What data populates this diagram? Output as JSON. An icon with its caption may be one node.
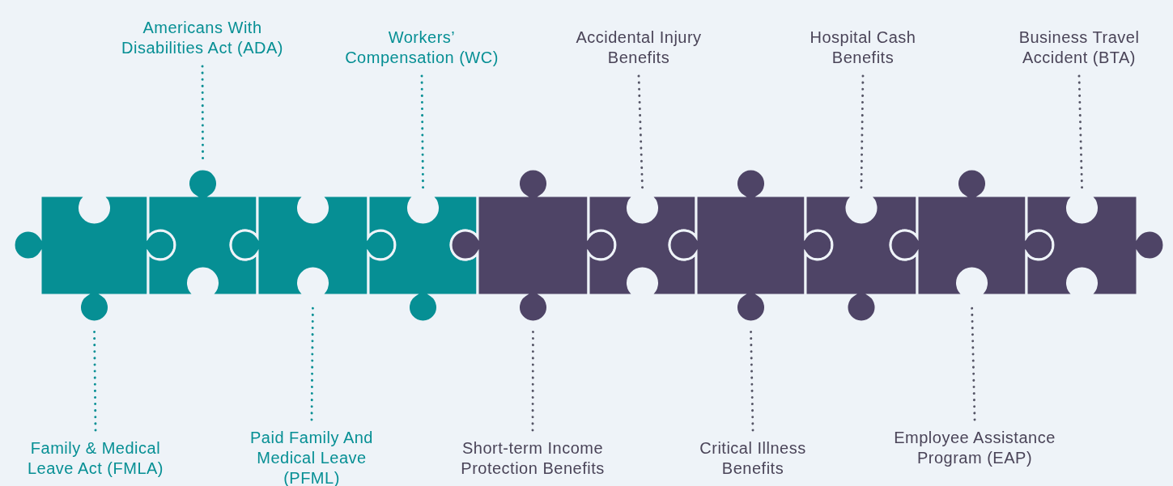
{
  "diagram": {
    "nodes": [
      {
        "text": [],
        "shape": "piece"
      },
      {
        "text": [],
        "shape": "piece"
      },
      {
        "text": [],
        "shape": "piece"
      },
      {
        "text": [],
        "shape": "piece"
      },
      {
        "text": [],
        "shape": "piece"
      },
      {
        "text": [],
        "shape": "piece"
      },
      {
        "text": [],
        "shape": "piece"
      },
      {
        "text": [],
        "shape": "piece"
      },
      {
        "text": [],
        "shape": "piece"
      },
      {
        "text": [],
        "shape": "piece"
      },
      {
        "text": [
          "Americans With Disabilities Act (ADA)"
        ]
      },
      {
        "text": [
          "Workers’ Compensation (WC)"
        ]
      },
      {
        "text": [
          "Accidental Injury Benefits"
        ]
      },
      {
        "text": [
          "Hospital Cash Benefits"
        ]
      },
      {
        "text": [
          "Business Travel Accident (BTA)"
        ]
      },
      {
        "text": [
          "Family & Medical Leave Act (FMLA)"
        ]
      },
      {
        "text": [
          "Paid Family And Medical Leave (PFML)"
        ]
      },
      {
        "text": [
          "Short-term Income Protection Benefits"
        ]
      },
      {
        "text": [
          "Critical Illness Benefits"
        ]
      },
      {
        "text": [
          "Employee Assistance Program (EAP)"
        ]
      }
    ],
    "edges": [
      {
        "from": 10,
        "to": 1,
        "arrow": "none",
        "style": "dashed",
        "color": "#068f94"
      },
      {
        "from": 11,
        "to": 3,
        "arrow": "none",
        "style": "dashed",
        "color": "#068f94"
      },
      {
        "from": 12,
        "to": 5,
        "arrow": "none",
        "style": "dashed"
      },
      {
        "from": 13,
        "to": 7,
        "arrow": "none",
        "style": "dashed"
      },
      {
        "from": 14,
        "to": 9,
        "arrow": "none",
        "style": "dashed"
      },
      {
        "from": 15,
        "to": 0,
        "arrow": "none",
        "style": "dashed",
        "color": "#068f94"
      },
      {
        "from": 16,
        "to": 2,
        "arrow": "none",
        "style": "dashed",
        "color": "#068f94"
      },
      {
        "from": 17,
        "to": 4,
        "arrow": "none",
        "style": "dashed"
      },
      {
        "from": 18,
        "to": 6,
        "arrow": "none",
        "style": "dashed"
      },
      {
        "from": 19,
        "to": 8,
        "arrow": "none",
        "style": "dashed"
      }
    ]
  }
}
